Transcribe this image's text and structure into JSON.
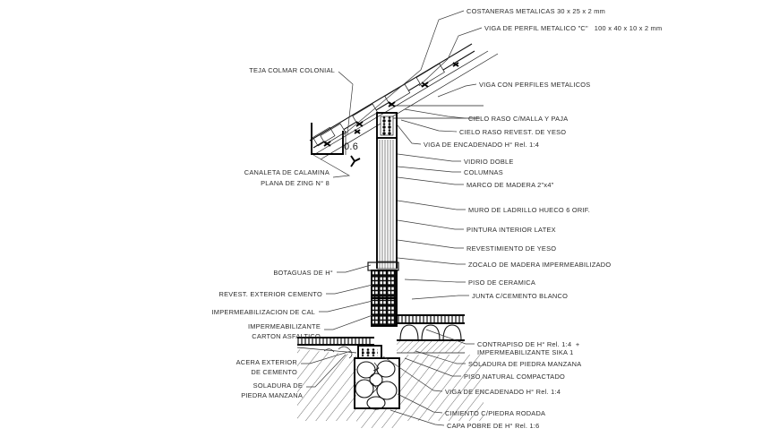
{
  "drawing": {
    "title": "Construction wall section detail",
    "background": "#ffffff",
    "ink": "#1a1a1a",
    "dimension_value": "0.6"
  },
  "labels_right": [
    {
      "id": "costaneras",
      "text": "COSTANERAS METALICAS 30 x 25 x 2 mm"
    },
    {
      "id": "viga-perfil-c",
      "text": "VIGA DE PERFIL METALICO \"C\"   100 x 40 x 10 x 2 mm"
    },
    {
      "id": "viga-perfiles",
      "text": "VIGA CON PERFILES METALICOS"
    },
    {
      "id": "cielo-raso-malla",
      "text": "CIELO RASO C/MALLA Y PAJA"
    },
    {
      "id": "cielo-raso-yeso",
      "text": "CIELO RASO REVEST. DE YESO"
    },
    {
      "id": "viga-encadenado-1",
      "text": "VIGA DE ENCADENADO H° Rel. 1:4"
    },
    {
      "id": "vidrio-doble",
      "text": "VIDRIO DOBLE"
    },
    {
      "id": "columnas",
      "text": "COLUMNAS"
    },
    {
      "id": "marco-madera",
      "text": "MARCO DE MADERA 2\"x4\""
    },
    {
      "id": "muro-ladrillo",
      "text": "MURO DE LADRILLO HUECO 6 ORIF."
    },
    {
      "id": "pintura-latex",
      "text": "PINTURA INTERIOR LATEX"
    },
    {
      "id": "revestimiento",
      "text": "REVESTIMIENTO DE YESO"
    },
    {
      "id": "zocalo",
      "text": "ZOCALO DE MADERA IMPERMEABILIZADO"
    },
    {
      "id": "piso-ceramica",
      "text": "PISO DE CERAMICA"
    },
    {
      "id": "junta-cemento",
      "text": "JUNTA C/CEMENTO BLANCO"
    },
    {
      "id": "soladura-piedra",
      "text": "SOLADURA DE PIEDRA MANZANA"
    },
    {
      "id": "piso-natural",
      "text": "PISO NATURAL COMPACTADO"
    },
    {
      "id": "viga-encadenado-2",
      "text": "VIGA DE ENCADENADO H° Rel. 1:4"
    },
    {
      "id": "cimiento",
      "text": "CIMIENTO C/PIEDRA RODADA"
    },
    {
      "id": "capa-pobre",
      "text": "CAPA POBRE DE H° Rel. 1:6"
    }
  ],
  "labels_right_multiline": [
    {
      "id": "contrapiso",
      "line1": "CONTRAPISO DE H° Rel. 1:4  +",
      "line2": "IMPERMEABILIZANTE SIKA 1"
    }
  ],
  "labels_left": [
    {
      "id": "teja-colmar",
      "text": "TEJA COLMAR COLONIAL"
    },
    {
      "id": "botaguas",
      "text": "BOTAGUAS DE H°"
    },
    {
      "id": "revest-exterior",
      "text": "REVEST. EXTERIOR CEMENTO"
    },
    {
      "id": "impermeabilizacion",
      "text": "IMPERMEABILIZACION DE CAL"
    }
  ],
  "labels_left_multiline": [
    {
      "id": "canaleta",
      "line1": "CANALETA DE CALAMINA",
      "line2": "PLANA DE ZING N° 8"
    },
    {
      "id": "impermeabilizante-carton",
      "line1": "IMPERMEABILIZANTE",
      "line2": "CARTON ASFALTICO"
    },
    {
      "id": "acera-exterior",
      "line1": "ACERA EXTERIOR",
      "line2": "DE CEMENTO"
    },
    {
      "id": "soladura-piedra-manzana",
      "line1": "SOLADURA DE",
      "line2": "PIEDRA MANZANA"
    }
  ]
}
